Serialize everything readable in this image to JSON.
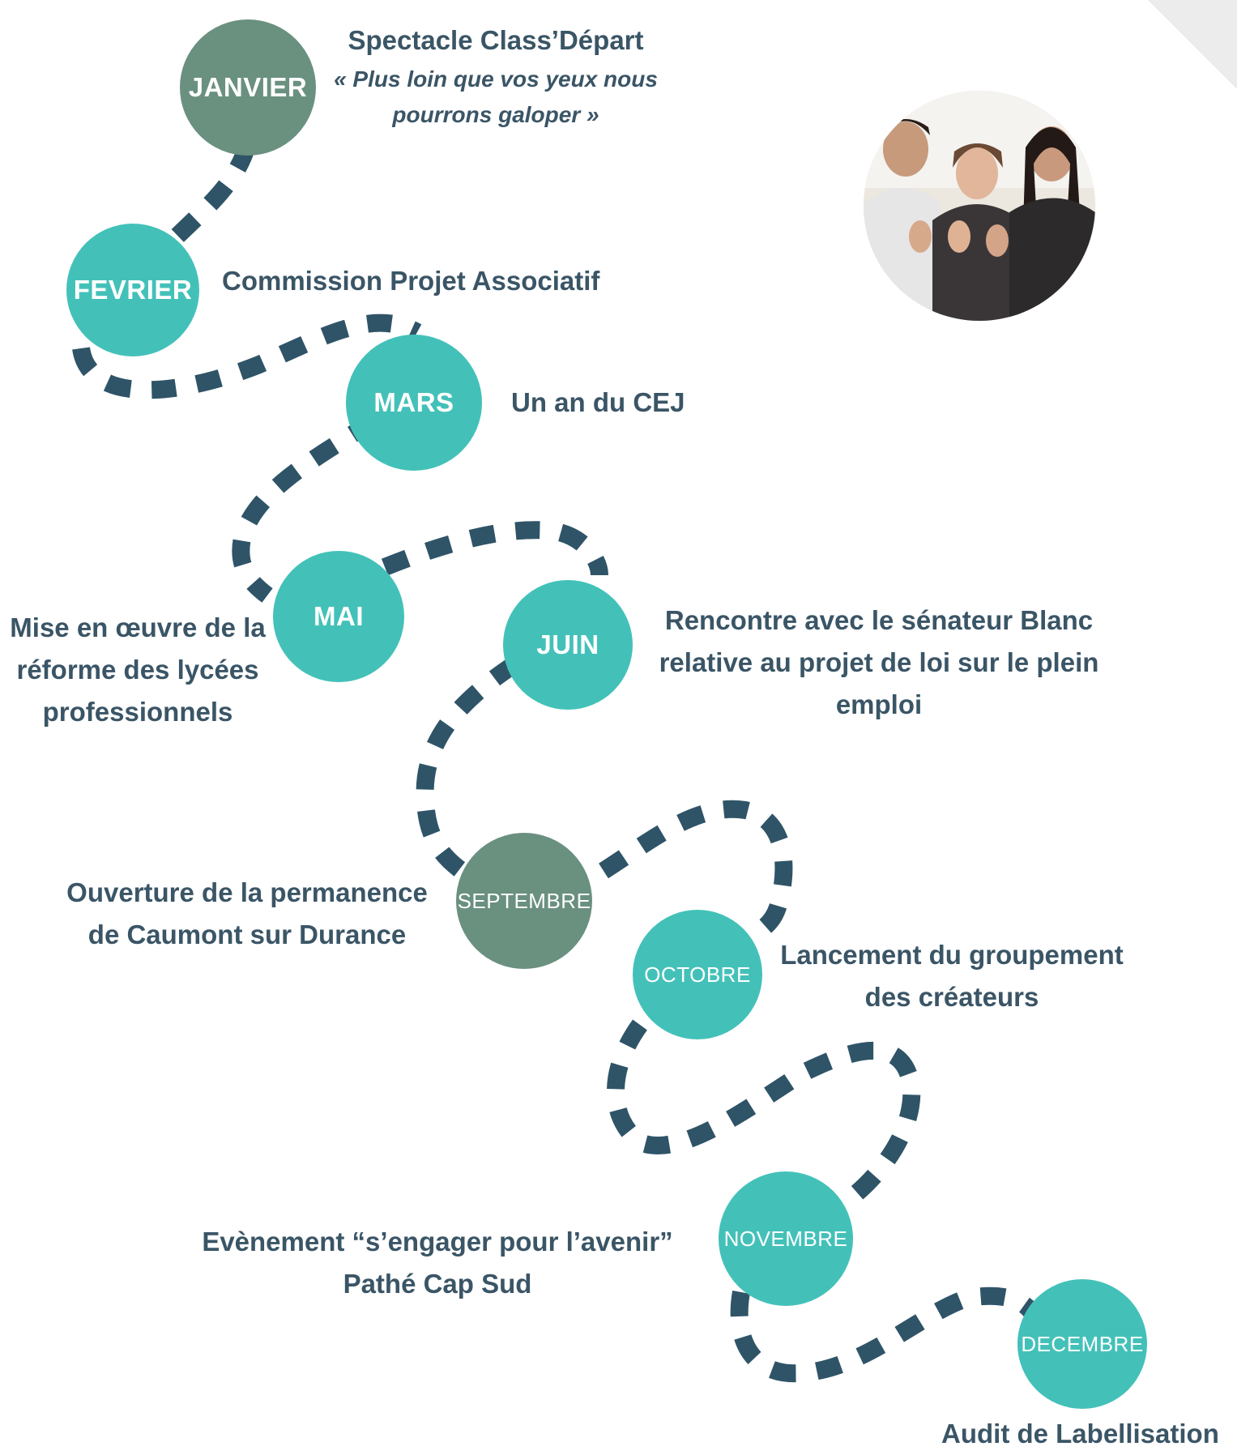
{
  "months": {
    "janvier": "JANVIER",
    "fevrier": "FEVRIER",
    "mars": "MARS",
    "mai": "MAI",
    "juin": "JUIN",
    "septembre": "SEPTEMBRE",
    "octobre": "OCTOBRE",
    "novembre": "NOVEMBRE",
    "decembre": "DECEMBRE"
  },
  "events": {
    "janvier": {
      "title": "Spectacle Class’Départ",
      "subtitle_1": "« Plus loin que vos yeux nous",
      "subtitle_2": "pourrons galoper »"
    },
    "fevrier": "Commission Projet Associatif",
    "mars": "Un an du CEJ",
    "mai": [
      "Mise en œuvre de la",
      "réforme des lycées",
      "professionnels"
    ],
    "juin": [
      "Rencontre avec le sénateur Blanc",
      "relative au projet de loi sur le plein",
      "emploi"
    ],
    "septembre": [
      "Ouverture de la permanence",
      "de Caumont sur Durance"
    ],
    "octobre": [
      "Lancement du groupement",
      "des créateurs"
    ],
    "novembre": [
      "Evènement “s’engager pour l’avenir”",
      "Pathé Cap Sud"
    ],
    "decembre": "Audit de Labellisation"
  },
  "colors": {
    "teal": "#43c1b9",
    "sage": "#6a9080",
    "path": "#2f5468",
    "text": "#3a5566"
  }
}
